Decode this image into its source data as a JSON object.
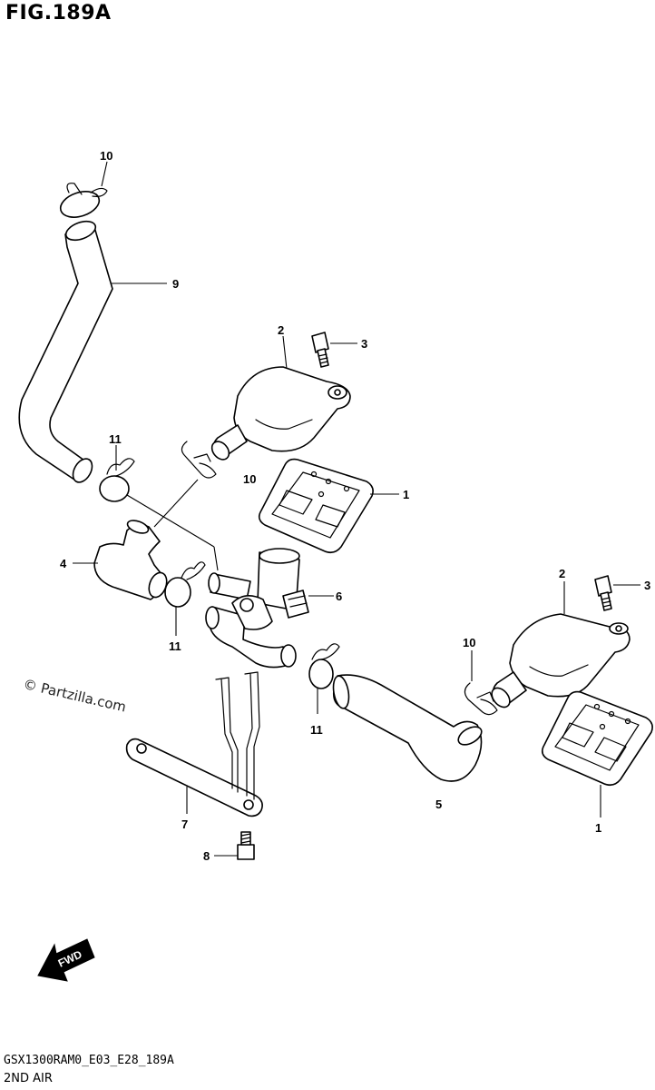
{
  "figure": {
    "title": "FIG.189A",
    "model_code": "GSX1300RAM0_E03_E28_189A",
    "section_name": "2ND AIR",
    "watermark": "© Partzilla.com",
    "fwd_label": "FWD"
  },
  "callouts": {
    "c10_top": "10",
    "c9": "9",
    "c2_left": "2",
    "c3_left": "3",
    "c11_top": "11",
    "c10_mid": "10",
    "c1_left": "1",
    "c4": "4",
    "c6": "6",
    "c11_mid": "11",
    "c2_right": "2",
    "c3_right": "3",
    "c10_right": "10",
    "c11_low": "11",
    "c5": "5",
    "c1_right": "1",
    "c7": "7",
    "c8": "8"
  }
}
